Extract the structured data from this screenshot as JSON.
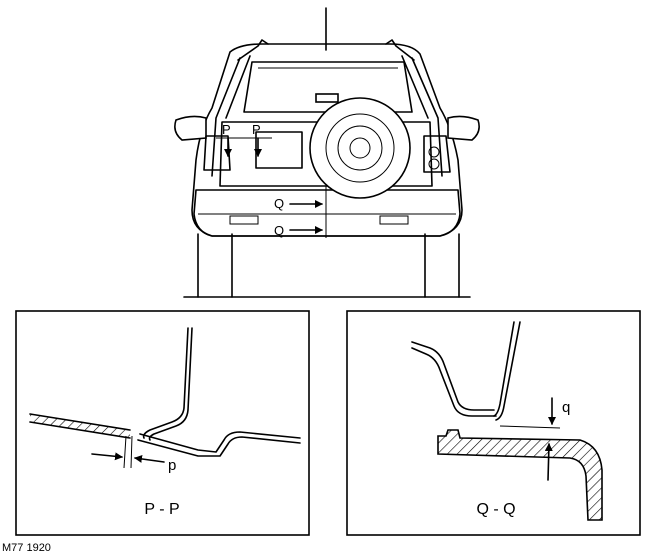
{
  "figure_ref": "M77 1920",
  "vehicle": {
    "label_p_left": "P",
    "label_p_right": "P",
    "label_q_upper": "Q",
    "label_q_lower": "Q"
  },
  "detail_pp": {
    "title": "P - P",
    "dimension_label": "p"
  },
  "detail_qq": {
    "title": "Q - Q",
    "dimension_label": "q"
  }
}
